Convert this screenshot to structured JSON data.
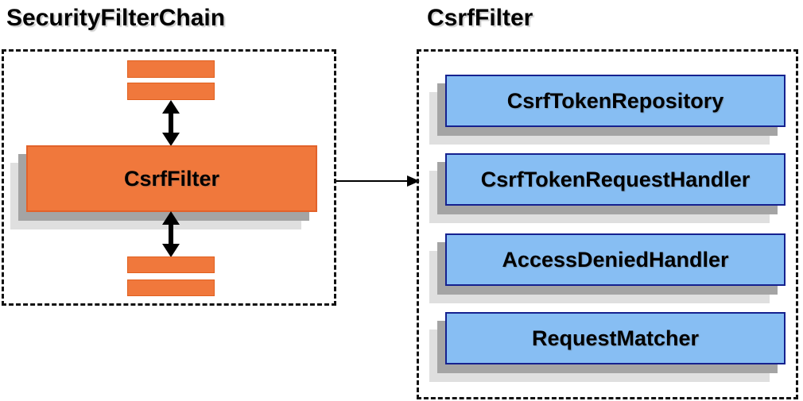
{
  "left_section": {
    "title": "SecurityFilterChain",
    "filter_box_label": "CsrfFilter"
  },
  "right_section": {
    "title": "CsrfFilter",
    "components": [
      "CsrfTokenRepository",
      "CsrfTokenRequestHandler",
      "AccessDeniedHandler",
      "RequestMatcher"
    ]
  },
  "colors": {
    "orange_fill": "#F0783C",
    "orange_border": "#E2622A",
    "blue_fill": "#87BEF3",
    "blue_border": "#15218F",
    "shadow_mid": "#A4A4A4",
    "shadow_light": "#DFDFDF",
    "dashed_border": "#111111",
    "arrow": "#000000"
  }
}
